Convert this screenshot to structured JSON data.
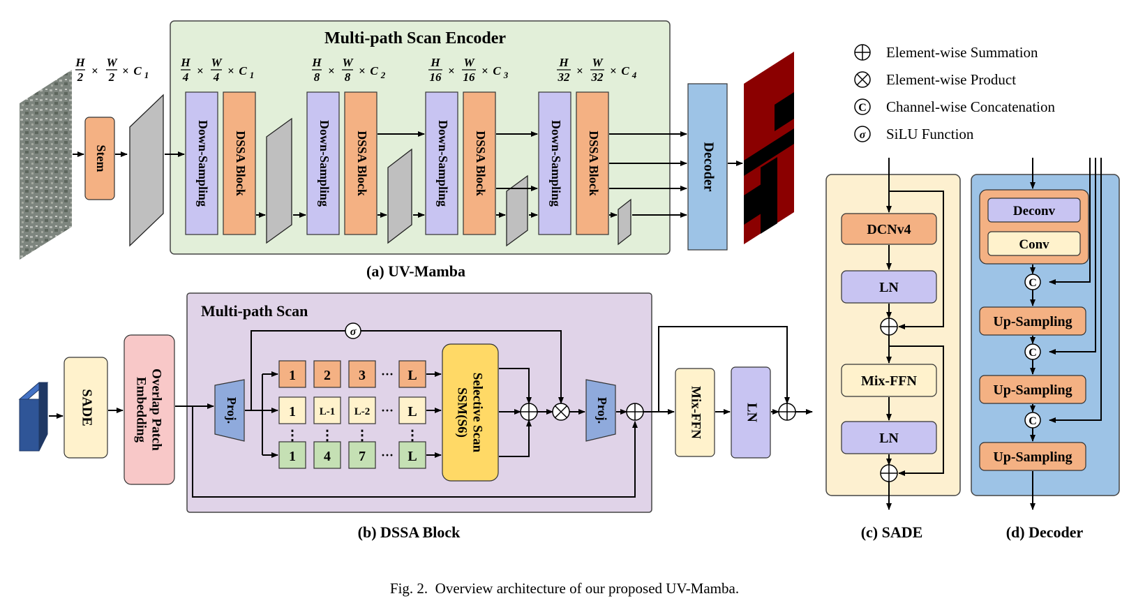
{
  "colors": {
    "encoder_bg": "#e2efd9",
    "scan_bg": "#e0d3e8",
    "sade_bg": "#fdf0d0",
    "decoder_bg": "#9dc3e6",
    "lavender": "#c8c4f2",
    "salmon": "#f4b183",
    "cream": "#fff2cc",
    "blue": "#9dc3e6",
    "pink": "#f8c8c8",
    "green": "#c5e0b4",
    "gold": "#ffd966",
    "proj": "#8faadc",
    "feature": "#bfbfbf",
    "input_token": "#2f5597",
    "satellite": "#7d857e",
    "seg_red": "#8b0000"
  },
  "legend": {
    "sum": "Element-wise Summation",
    "product": "Element-wise Product",
    "concat": "Channel-wise Concatenation",
    "silu": "SiLU Function"
  },
  "panel_a": {
    "caption": "(a) UV-Mamba",
    "encoder_title": "Multi-path Scan Encoder",
    "stem": "Stem",
    "downsampling": "Down-Sampling",
    "dssa": "DSSA Block",
    "decoder": "Decoder",
    "dims": [
      {
        "h": "H",
        "hd": "2",
        "w": "W",
        "wd": "2",
        "c": "C",
        "ci": "1"
      },
      {
        "h": "H",
        "hd": "4",
        "w": "W",
        "wd": "4",
        "c": "C",
        "ci": "1"
      },
      {
        "h": "H",
        "hd": "8",
        "w": "W",
        "wd": "8",
        "c": "C",
        "ci": "2"
      },
      {
        "h": "H",
        "hd": "16",
        "w": "W",
        "wd": "16",
        "c": "C",
        "ci": "3"
      },
      {
        "h": "H",
        "hd": "32",
        "w": "W",
        "wd": "32",
        "c": "C",
        "ci": "4"
      }
    ]
  },
  "panel_b": {
    "caption": "(b) DSSA Block",
    "scan_title": "Multi-path Scan",
    "sade": "SADE",
    "ope_line1": "Overlap Patch",
    "ope_line2": "Embedding",
    "proj": "Proj.",
    "mixffn": "Mix-FFN",
    "ln": "LN",
    "ssm_line1": "Selective Scan",
    "ssm_line2": "SSM(S6)",
    "sigma": "σ",
    "row1": [
      "1",
      "2",
      "3",
      "L"
    ],
    "row2": [
      "1",
      "L-1",
      "L-2",
      "L"
    ],
    "row3": [
      "1",
      "4",
      "7",
      "L"
    ],
    "hdots": "···",
    "vdots": "⋮"
  },
  "panel_c": {
    "caption": "(c) SADE",
    "dcn": "DCNv4",
    "ln": "LN",
    "mixffn": "Mix-FFN"
  },
  "panel_d": {
    "caption": "(d) Decoder",
    "deconv": "Deconv",
    "conv": "Conv",
    "upsampling": "Up-Sampling",
    "concat": "C"
  },
  "figure_caption": "Fig. 2.  Overview architecture of our proposed UV-Mamba."
}
